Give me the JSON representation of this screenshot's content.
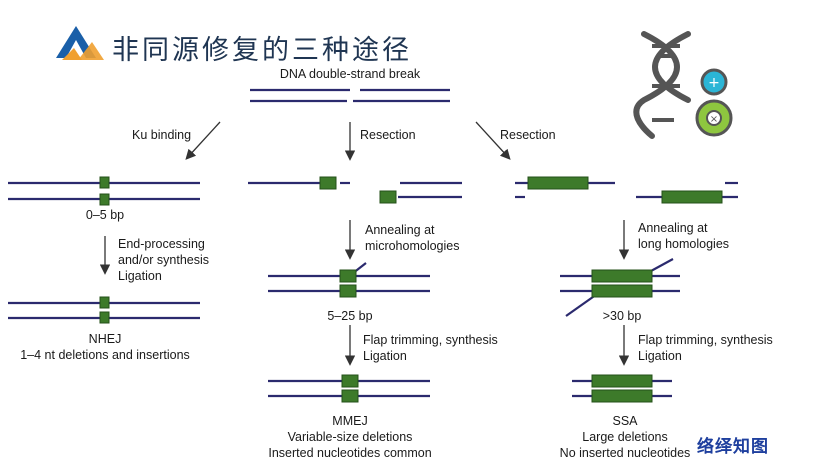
{
  "title": "非同源修复的三种途径",
  "top_label": "DNA double-strand break",
  "branches": {
    "left": {
      "arrow1": "Ku binding",
      "gap": "0–5 bp",
      "arrow2": [
        "End-processing",
        "and/or synthesis",
        "Ligation"
      ],
      "result_title": "NHEJ",
      "result_lines": [
        "1–4 nt deletions and insertions"
      ]
    },
    "middle": {
      "arrow1": "Resection",
      "arrow2": [
        "Annealing at",
        "microhomologies"
      ],
      "gap": "5–25 bp",
      "arrow3": [
        "Flap trimming, synthesis",
        "Ligation"
      ],
      "result_title": "MMEJ",
      "result_lines": [
        "Variable-size deletions",
        "Inserted nucleotides common"
      ]
    },
    "right": {
      "arrow1": "Resection",
      "arrow2": [
        "Annealing at",
        "long homologies"
      ],
      "gap": ">30 bp",
      "arrow3": [
        "Flap trimming, synthesis",
        "Ligation"
      ],
      "result_title": "SSA",
      "result_lines": [
        "Large deletions",
        "No inserted nucleotides"
      ]
    }
  },
  "watermark": "络绎知图",
  "colors": {
    "strand": "#2b2a6e",
    "homology": "#3d7a2a",
    "homology_edge": "#24501a",
    "arrow": "#333333",
    "title": "#1f3552",
    "logo_blue": "#1a5fa8",
    "logo_orange": "#f0a030"
  },
  "icons": [
    "logo-icon",
    "dna-gear-icon"
  ]
}
